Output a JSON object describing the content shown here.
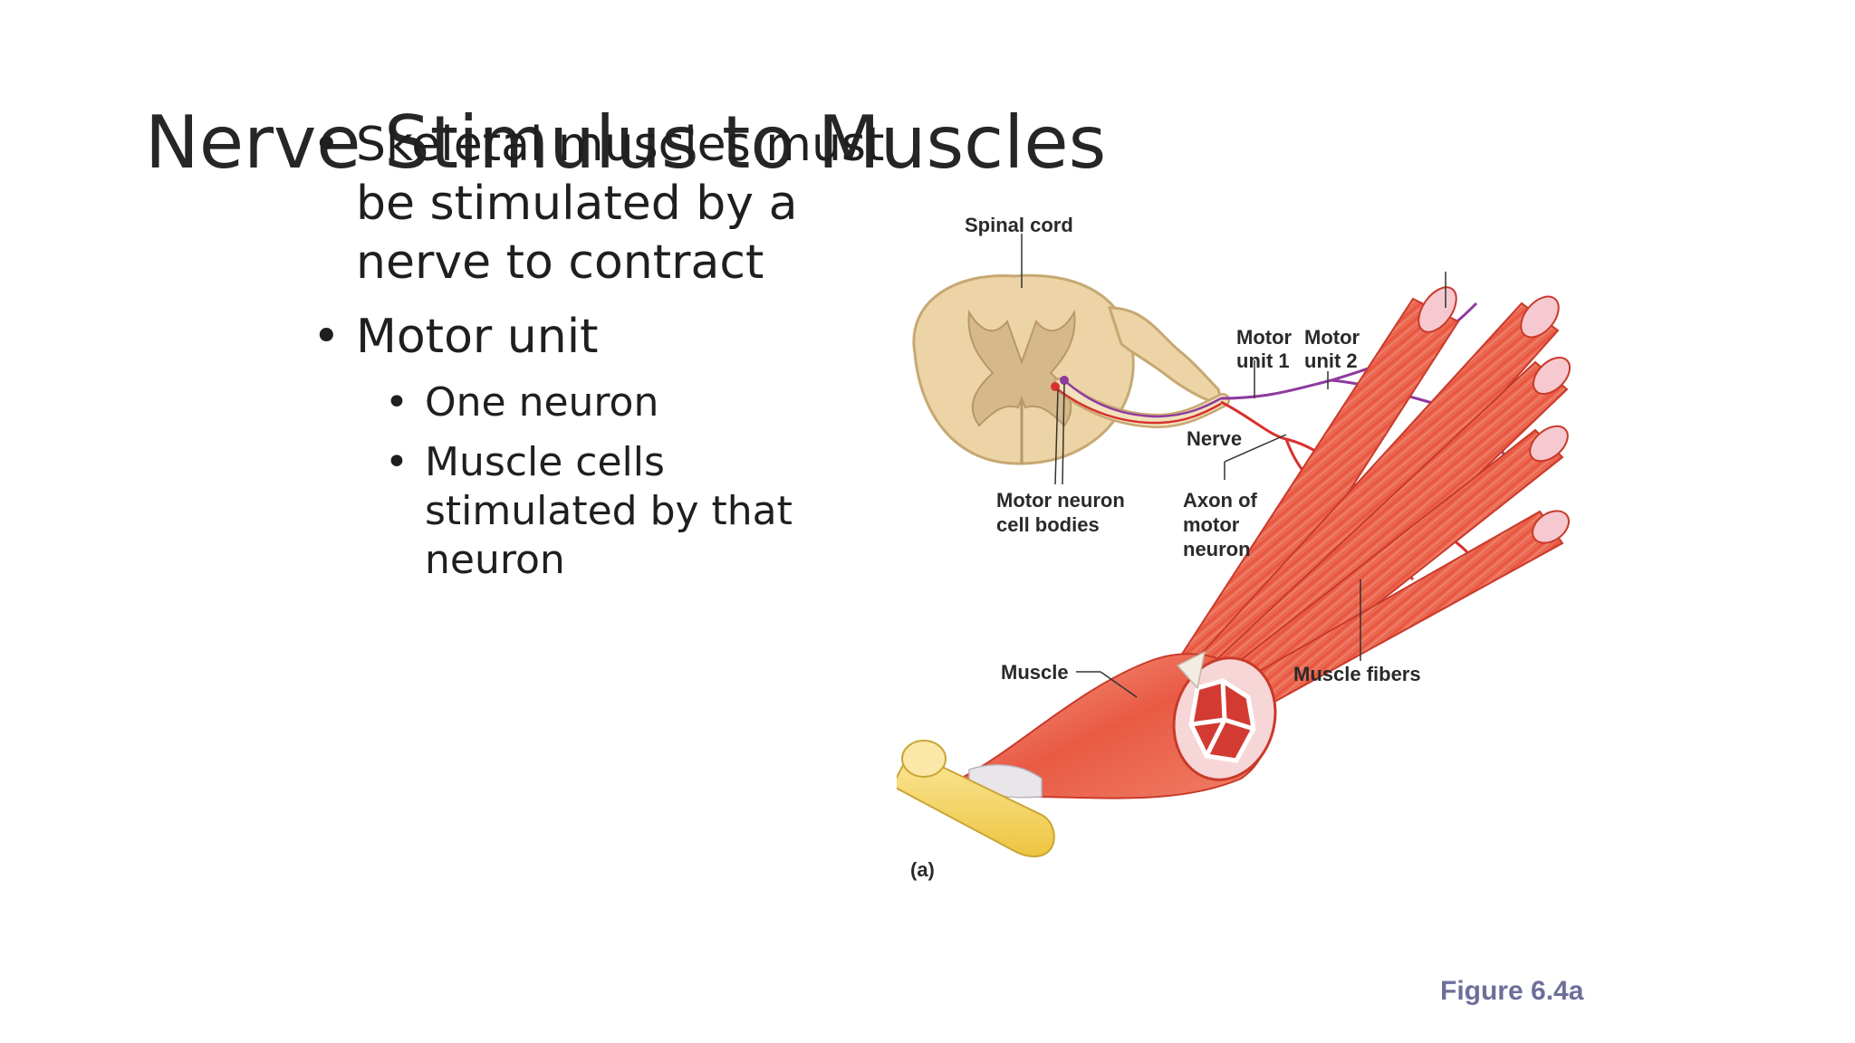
{
  "slide": {
    "title": "Nerve Stimulus to Muscles",
    "bullets": [
      {
        "lines": [
          "Skeletal muscles must",
          "be stimulated by a",
          "nerve to contract"
        ]
      },
      {
        "lines": [
          "Motor unit"
        ],
        "sub": [
          {
            "lines": [
              "One neuron"
            ]
          },
          {
            "lines": [
              "Muscle cells",
              "stimulated by that",
              "neuron"
            ]
          }
        ]
      }
    ],
    "bullet_char": "•"
  },
  "figure": {
    "labels": {
      "spinal_cord": "Spinal cord",
      "motor_unit_1": [
        "Motor",
        "unit 1"
      ],
      "motor_unit_2": [
        "Motor",
        "unit 2"
      ],
      "nerve": "Nerve",
      "motor_neuron_cell_bodies": [
        "Motor neuron",
        "cell bodies"
      ],
      "axon_of_motor_neuron": [
        "Axon of",
        "motor",
        "neuron"
      ],
      "muscle": "Muscle",
      "muscle_fibers": "Muscle fibers",
      "panel": "(a)"
    },
    "caption": "Figure 6.4a",
    "colors": {
      "muscle": "#ee5a44",
      "spinal_cord": "#e8cfa0",
      "tendon": "#f3d35c",
      "nerve_purple": "#8e3a9e",
      "nerve_red": "#d8312c"
    }
  }
}
